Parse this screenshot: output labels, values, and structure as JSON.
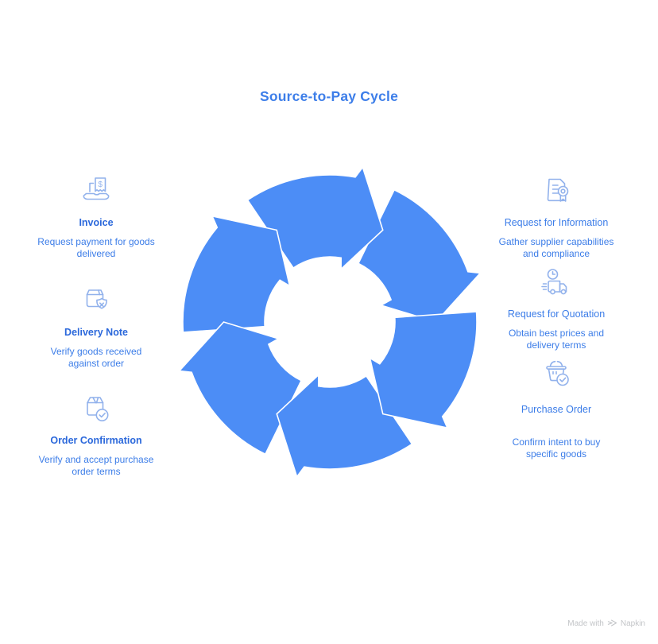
{
  "title": "Source-to-Pay Cycle",
  "colors": {
    "title": "#3d7ee9",
    "heading": "#2b68db",
    "body": "#3c7de8",
    "arrow": "#4c8df6",
    "arrow_outline": "#ffffff",
    "icon_stroke": "#92b2ec",
    "footer": "#c3c5c8"
  },
  "cycle": {
    "type": "circular-cycle",
    "arrow_count": 6,
    "direction": "clockwise",
    "sequence": [
      "Request for Information",
      "Request for Quotation",
      "Purchase Order",
      "Order Confirmation",
      "Delivery Note",
      "Invoice"
    ]
  },
  "left_items": [
    {
      "icon": "invoice-icon",
      "title": "Invoice",
      "description": "Request payment for goods\ndelivered"
    },
    {
      "icon": "delivery-note-icon",
      "title": "Delivery Note",
      "description": "Verify goods received\nagainst order"
    },
    {
      "icon": "order-confirmation-icon",
      "title": "Order Confirmation",
      "description": "Verify and accept purchase\norder terms"
    }
  ],
  "right_items": [
    {
      "icon": "request-for-information-icon",
      "title": "Request for Information",
      "description": "Gather supplier capabilities\nand compliance"
    },
    {
      "icon": "request-for-quotation-icon",
      "title": "Request for Quotation",
      "description": "Obtain best prices and\ndelivery terms"
    },
    {
      "icon": "purchase-order-icon",
      "title": "Purchase Order",
      "description": "Confirm intent to buy\nspecific goods"
    }
  ],
  "icon_glyphs": {
    "dollar": "$"
  },
  "footer": {
    "made_with": "Made with",
    "brand": "Napkin"
  }
}
